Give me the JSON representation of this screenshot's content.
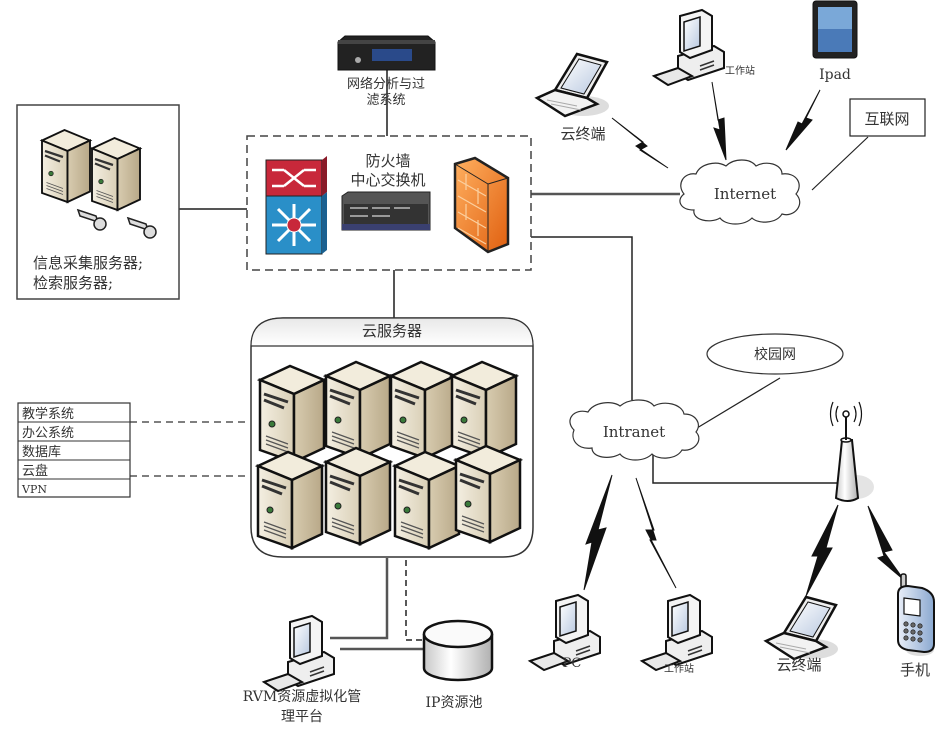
{
  "title": "校园云网络拓扑图",
  "nodes": {
    "collector_box": {
      "lines": [
        "信息采集服务器;",
        "检索服务器;"
      ]
    },
    "net_analysis": {
      "lines": [
        "网络分析与过",
        "滤系统"
      ]
    },
    "core": {
      "lines": [
        "防火墙",
        "中心交换机"
      ]
    },
    "cloud_server": {
      "label": "云服务器"
    },
    "services": {
      "items": [
        "教学系统",
        "办公系统",
        "数据库",
        "云盘",
        "VPN"
      ]
    },
    "rvm": {
      "lines": [
        "RVM资源虚拟化管",
        "理平台"
      ]
    },
    "ip_pool": {
      "label": "IP资源池"
    },
    "internet": {
      "label": "Internet"
    },
    "intranet": {
      "label": "Intranet"
    },
    "campus_net": {
      "label": "校园网"
    },
    "internet_box": {
      "label": "互联网"
    },
    "top_laptop": {
      "label": "云终端"
    },
    "top_workstation": {
      "label": "工作站"
    },
    "ipad": {
      "label": "Ipad"
    },
    "pc": {
      "label": "PC"
    },
    "bottom_workstation": {
      "label": "工作站"
    },
    "bottom_laptop": {
      "label": "云终端"
    },
    "phone": {
      "label": "手机"
    }
  },
  "colors": {
    "line": "#555555",
    "server_face": "#e8e0cc",
    "firewall": "#f08a30",
    "switch_red": "#c8283a",
    "switch_blue": "#2a8fc8"
  }
}
